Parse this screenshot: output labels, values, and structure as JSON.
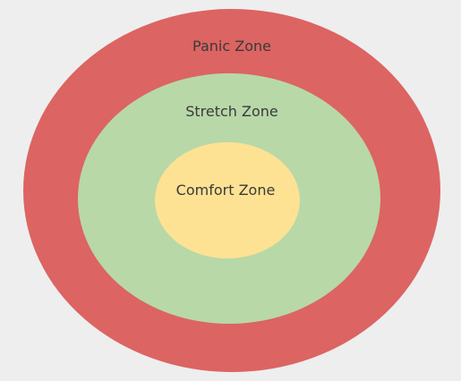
{
  "diagram": {
    "background_color": "#eeeeee",
    "zones": [
      {
        "id": "panic",
        "label": "Panic Zone",
        "color": "#dc6462"
      },
      {
        "id": "stretch",
        "label": "Stretch Zone",
        "color": "#b8d8a8"
      },
      {
        "id": "comfort",
        "label": "Comfort Zone",
        "color": "#fde293"
      }
    ]
  }
}
